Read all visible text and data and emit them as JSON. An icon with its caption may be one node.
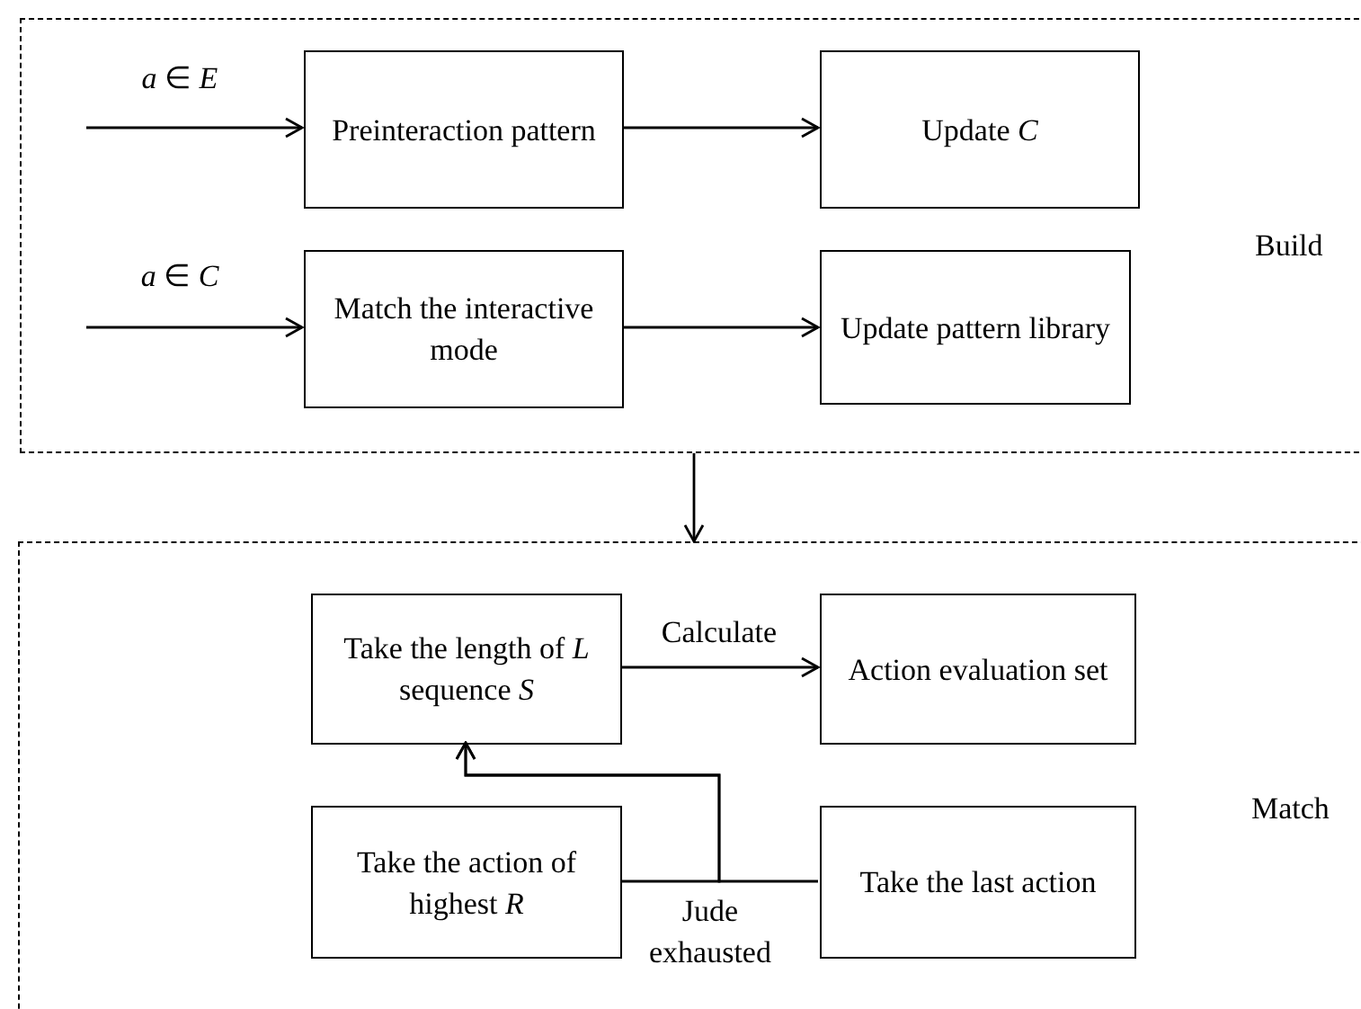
{
  "diagram": {
    "nodes": [
      {
        "text": [
          "Build"
        ]
      },
      {
        "text": [
          "Preinteraction pattern"
        ],
        "in": 0
      },
      {
        "text": [
          "Update *C*"
        ],
        "in": 0
      },
      {
        "text": [
          "Match the interactive mode"
        ],
        "in": 0
      },
      {
        "text": [
          "Update pattern library"
        ],
        "in": 0
      },
      {
        "text": [
          "Match"
        ]
      },
      {
        "text": [
          "Take the length of *L* sequence *S*"
        ],
        "in": 5
      },
      {
        "text": [
          "Action evaluation set"
        ],
        "in": 5
      },
      {
        "text": [
          "Take the action of highest *R*"
        ],
        "in": 5
      },
      {
        "text": [
          "Take the last action"
        ],
        "in": 5
      }
    ],
    "edges": [
      {
        "from": null,
        "to": 1,
        "arrow": "to",
        "label": "*a* ∈ *E*"
      },
      {
        "from": 1,
        "to": 2,
        "arrow": "to"
      },
      {
        "from": null,
        "to": 3,
        "arrow": "to",
        "label": "*a* ∈ *C*"
      },
      {
        "from": 3,
        "to": 4,
        "arrow": "to"
      },
      {
        "from": 0,
        "to": 5,
        "arrow": "to"
      },
      {
        "from": 6,
        "to": 7,
        "arrow": "to",
        "label": "Calculate"
      },
      {
        "from": 9,
        "to": 6,
        "arrow": "to",
        "label": "Jude exhausted"
      },
      {
        "from": 8,
        "to": 6,
        "arrow": "to"
      }
    ]
  }
}
